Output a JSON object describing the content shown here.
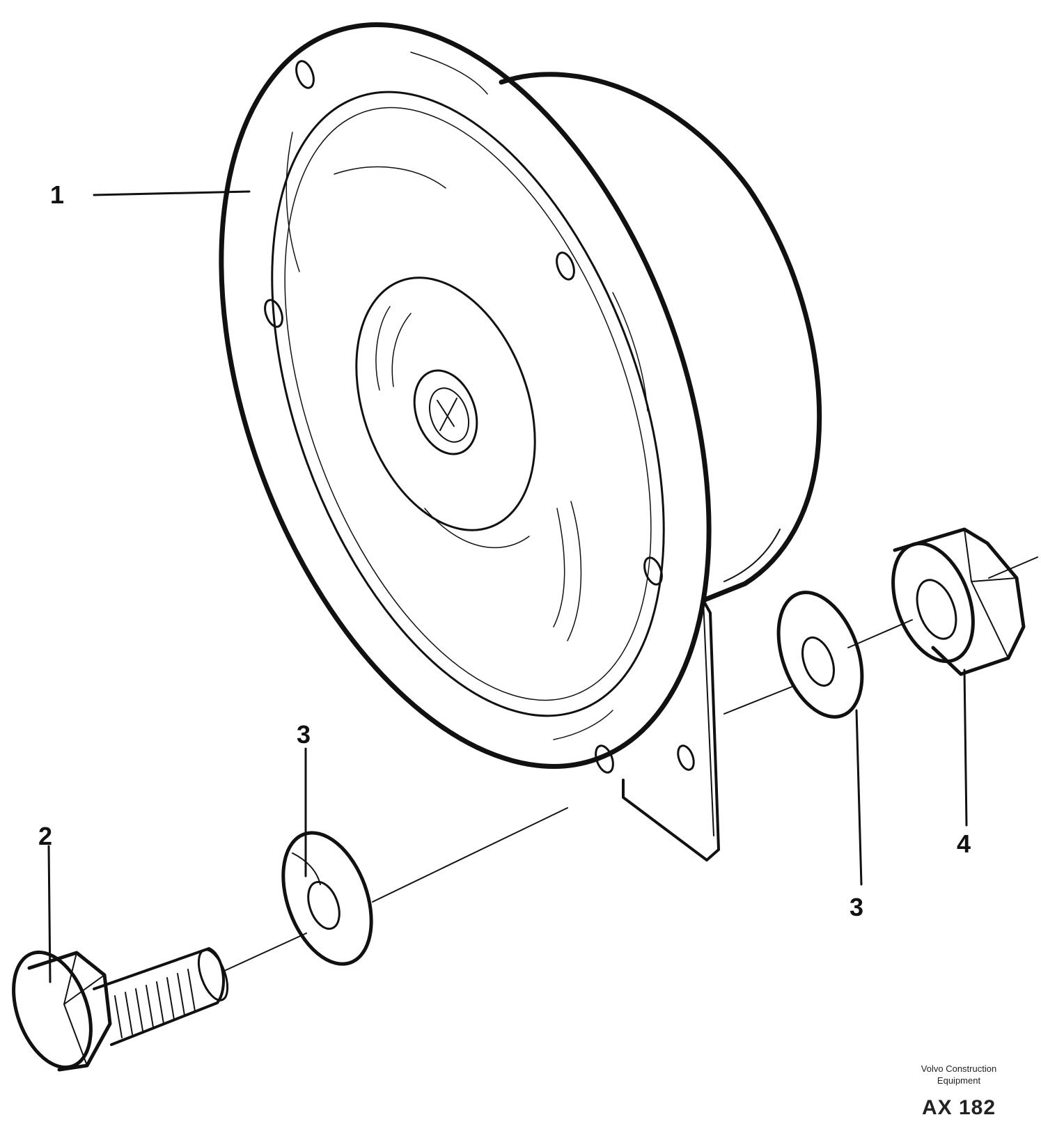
{
  "callouts": {
    "part_1": "1",
    "part_2": "2",
    "part_3a": "3",
    "part_3b": "3",
    "part_4": "4"
  },
  "footer": {
    "publisher_line1": "Volvo Construction",
    "publisher_line2": "Equipment",
    "figure_code": "AX 182"
  }
}
